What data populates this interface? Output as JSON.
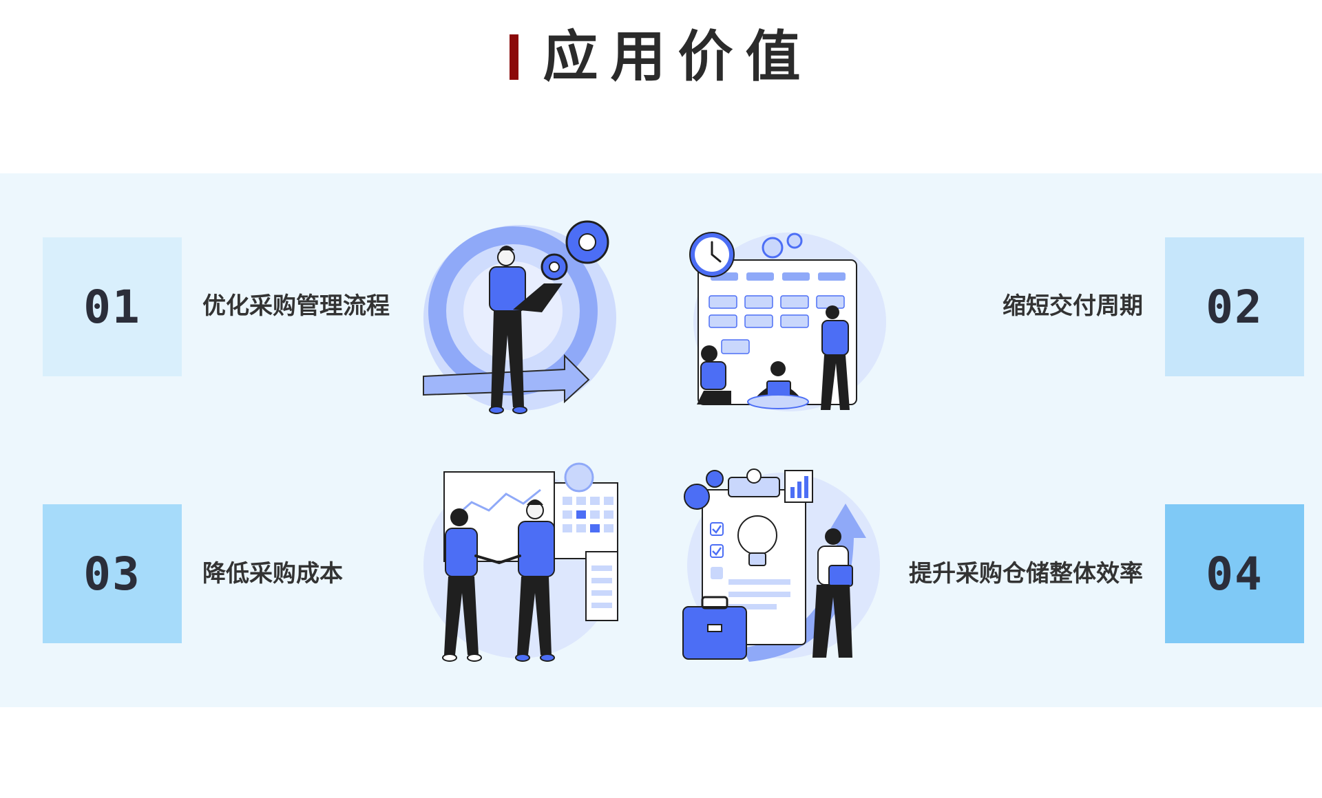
{
  "title": "应用价值",
  "items": [
    {
      "number": "01",
      "label": "优化采购管理流程",
      "box_color": "#d9effc"
    },
    {
      "number": "02",
      "label": "缩短交付周期",
      "box_color": "#c6e6fb"
    },
    {
      "number": "03",
      "label": "降低采购成本",
      "box_color": "#a6dbfa"
    },
    {
      "number": "04",
      "label": "提升采购仓储整体效率",
      "box_color": "#7fc9f6"
    }
  ],
  "colors": {
    "title_accent": "#8b0a0a",
    "band_background": "#edf7fd",
    "illustration_blue": "#4c6ef5",
    "illustration_light": "#b9ccfb"
  },
  "illustrations": [
    "process-optimization-illustration",
    "schedule-board-illustration",
    "cost-handshake-illustration",
    "efficiency-growth-illustration"
  ]
}
